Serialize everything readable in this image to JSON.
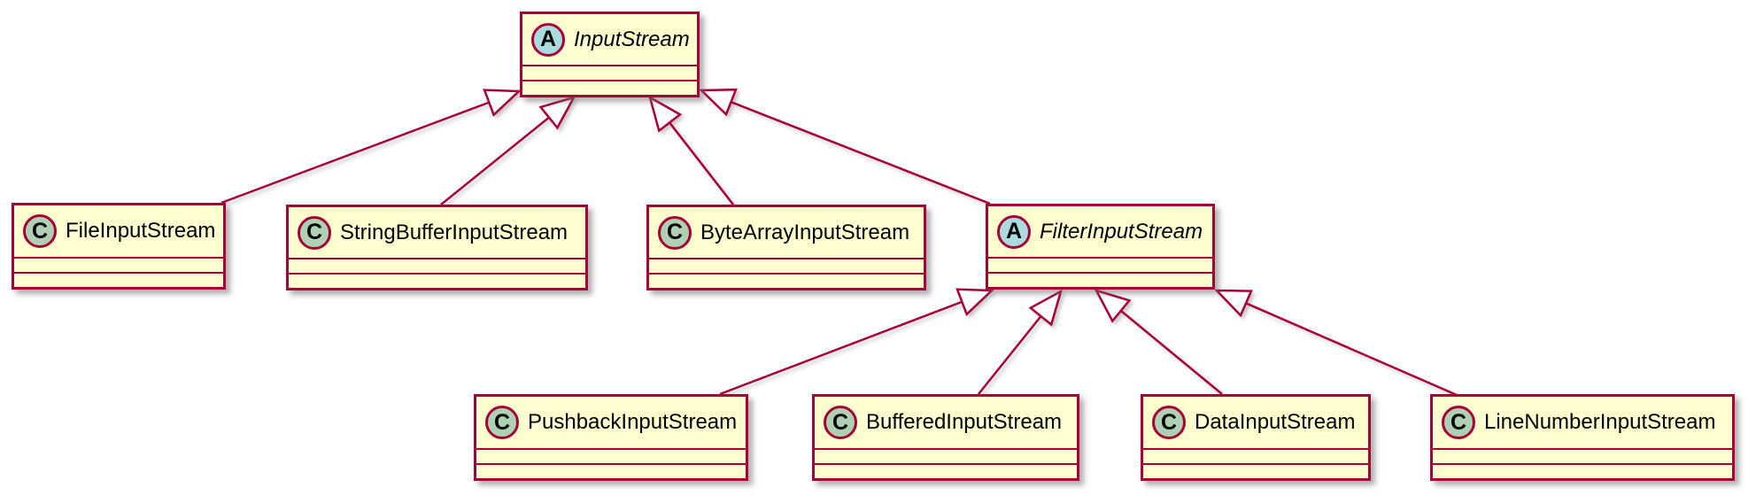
{
  "diagram": {
    "type": "uml-class-diagram",
    "subject": "java.io InputStream class hierarchy",
    "colors": {
      "canvas_background": "#FFFFFF",
      "box_fill": "#FEFECE",
      "box_border": "#A80036",
      "class_circle_fill": "#ADD1B2",
      "abstract_circle_fill": "#A9DCDF",
      "arrow_color": "#A80036",
      "name_color": "#000000"
    },
    "classes": [
      {
        "name": "InputStream",
        "letter": "A",
        "kind": "abstract",
        "fields": [],
        "methods": []
      },
      {
        "name": "FileInputStream",
        "letter": "C",
        "kind": "class",
        "fields": [],
        "methods": []
      },
      {
        "name": "StringBufferInputStream",
        "letter": "C",
        "kind": "class",
        "fields": [],
        "methods": []
      },
      {
        "name": "ByteArrayInputStream",
        "letter": "C",
        "kind": "class",
        "fields": [],
        "methods": []
      },
      {
        "name": "FilterInputStream",
        "letter": "A",
        "kind": "abstract",
        "fields": [],
        "methods": []
      },
      {
        "name": "PushbackInputStream",
        "letter": "C",
        "kind": "class",
        "fields": [],
        "methods": []
      },
      {
        "name": "BufferedInputStream",
        "letter": "C",
        "kind": "class",
        "fields": [],
        "methods": []
      },
      {
        "name": "DataInputStream",
        "letter": "C",
        "kind": "class",
        "fields": [],
        "methods": []
      },
      {
        "name": "LineNumberInputStream",
        "letter": "C",
        "kind": "class",
        "fields": [],
        "methods": []
      }
    ],
    "relations": [
      {
        "child": "FileInputStream",
        "parent": "InputStream",
        "type": "extends"
      },
      {
        "child": "StringBufferInputStream",
        "parent": "InputStream",
        "type": "extends"
      },
      {
        "child": "ByteArrayInputStream",
        "parent": "InputStream",
        "type": "extends"
      },
      {
        "child": "FilterInputStream",
        "parent": "InputStream",
        "type": "extends"
      },
      {
        "child": "PushbackInputStream",
        "parent": "FilterInputStream",
        "type": "extends"
      },
      {
        "child": "BufferedInputStream",
        "parent": "FilterInputStream",
        "type": "extends"
      },
      {
        "child": "DataInputStream",
        "parent": "FilterInputStream",
        "type": "extends"
      },
      {
        "child": "LineNumberInputStream",
        "parent": "FilterInputStream",
        "type": "extends"
      }
    ]
  }
}
